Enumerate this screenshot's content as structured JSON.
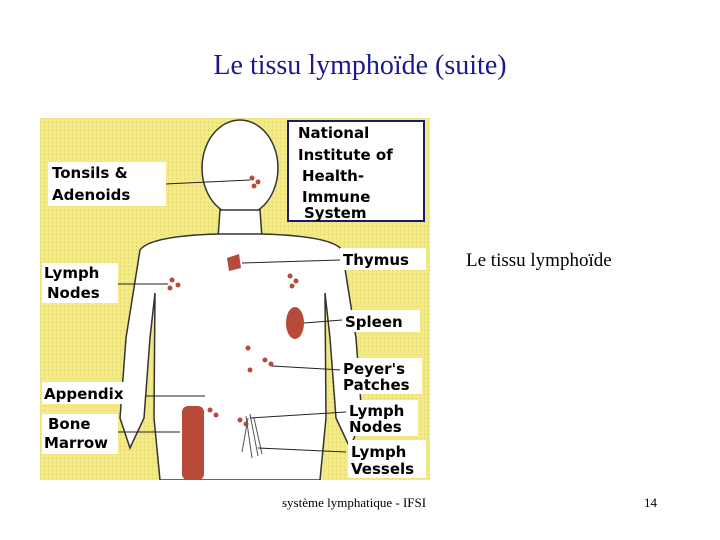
{
  "slide": {
    "title": "Le tissu lymphoïde (suite)",
    "caption": "Le tissu lymphoïde",
    "footer": "système lymphatique - IFSI",
    "page_number": "14"
  },
  "diagram": {
    "labels": {
      "tonsils_1": "Tonsils &",
      "tonsils_2": "Adenoids",
      "lymph_nodes_left_1": "Lymph",
      "lymph_nodes_left_2": "Nodes",
      "appendix": "Appendix",
      "bone_marrow_1": "Bone",
      "bone_marrow_2": "Marrow",
      "nih_1": "National",
      "nih_2": "Institute of",
      "nih_3": "Health-",
      "nih_4": "Immune",
      "nih_5": "System",
      "thymus": "Thymus",
      "spleen": "Spleen",
      "peyers_1": "Peyer's",
      "peyers_2": "Patches",
      "lymph_nodes_right_1": "Lymph",
      "lymph_nodes_right_2": "Nodes",
      "lymph_vessels_1": "Lymph",
      "lymph_vessels_2": "Vessels"
    },
    "colors": {
      "background": "#f3ea86",
      "body_outline": "#333333",
      "organ": "#b84a3a",
      "label_box": "#ffffff",
      "nih_border": "#1a1a6e"
    }
  }
}
